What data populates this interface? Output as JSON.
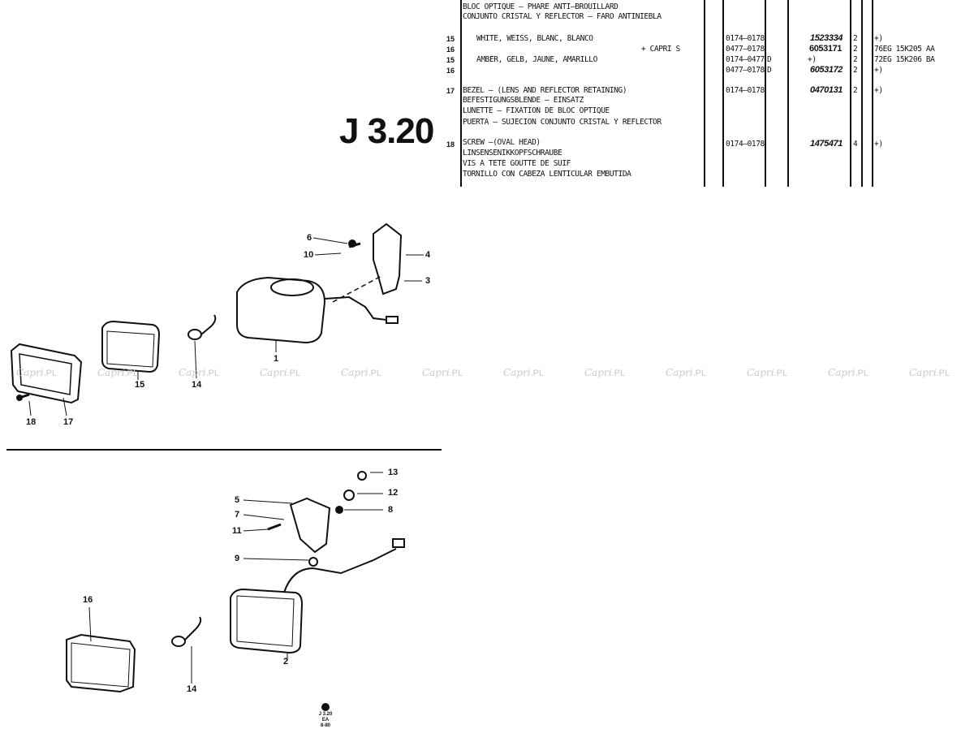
{
  "page_code": "J 3.20",
  "watermark": {
    "brand": "Capri",
    "suffix": ".PL"
  },
  "table": {
    "groups": [
      {
        "desc": [
          "BLOC OPTIQUE – PHARE ANTI–BROUILLARD",
          "CONJUNTO CRISTAL Y REFLECTOR – FARO ANTINIEBLA"
        ]
      }
    ],
    "rows": [
      {
        "ref": "15",
        "desc": "WHITE, WEISS, BLANC, BLANCO",
        "note": "",
        "dates": "0174–0178",
        "code": "",
        "part": "1523334",
        "qty": "2",
        "remark": "+)"
      },
      {
        "ref": "16",
        "desc": "",
        "note": "+ CAPRI S",
        "dates": "0477–0178",
        "code": "",
        "part": "6053171",
        "qty": "2",
        "remark": "76EG 15K205 AA"
      },
      {
        "ref": "15",
        "desc": "AMBER, GELB, JAUNE, AMARILLO",
        "note": "",
        "dates": "0174–0477",
        "code": "D",
        "part": "+)",
        "qty": "2",
        "remark": "72EG 15K206 BA"
      },
      {
        "ref": "16",
        "desc": "",
        "note": "",
        "dates": "0477–0178",
        "code": "D",
        "part": "6053172",
        "qty": "2",
        "remark": "+)"
      }
    ],
    "bezel": {
      "ref": "17",
      "lines": [
        "BEZEL – (LENS AND REFLECTOR RETAINING)",
        "BEFESTIGUNGSBLENDE – EINSATZ",
        "LUNETTE – FIXATION DE BLOC OPTIQUE",
        "PUERTA – SUJECION CONJUNTO CRISTAL Y REFLECTOR"
      ],
      "dates": "0174–0178",
      "part": "0470131",
      "qty": "2",
      "remark": "+)"
    },
    "screw": {
      "ref": "18",
      "lines": [
        "SCREW –(OVAL HEAD)",
        "LINSENSENIKKOPFSCHRAUBE",
        "VIS A TETE GOUTTE DE SUIF",
        "TORNILLO CON CABEZA LENTICULAR EMBUTIDA"
      ],
      "dates": "0174–0178",
      "part": "1475471",
      "qty": "4",
      "remark": "+)"
    }
  },
  "callouts_top": [
    "6",
    "10",
    "4",
    "3",
    "1",
    "15",
    "14",
    "18",
    "17"
  ],
  "callouts_bottom": [
    "13",
    "12",
    "5",
    "8",
    "7",
    "11",
    "9",
    "16",
    "14",
    "2"
  ],
  "footer": [
    "J 3.20 EA",
    "8-80"
  ]
}
